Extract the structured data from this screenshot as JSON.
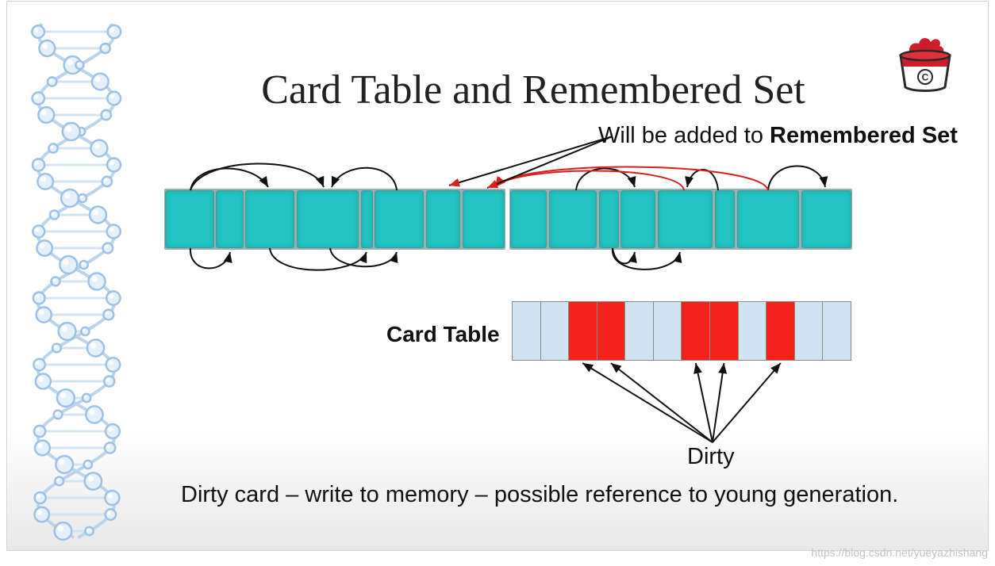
{
  "slide": {
    "title": "Card Table and Remembered Set",
    "annotation": {
      "prefix": "Will be added to ",
      "emphasis": "Remembered Set"
    },
    "card_table_label": "Card Table",
    "dirty_label": "Dirty",
    "caption": "Dirty card – write to memory – possible reference to young generation.",
    "logo": {
      "letter": "C"
    }
  },
  "card_table": {
    "cells_dirty": [
      false,
      false,
      true,
      true,
      false,
      false,
      true,
      true,
      false,
      true,
      false,
      false
    ]
  },
  "colors": {
    "heap_object": "#21c4c3",
    "clean_card": "#cfe3f0",
    "dirty_card": "#f2231b",
    "reference_arrow": "#111111",
    "remembered_arrow": "#d9201c",
    "helix": "#9ec2e6"
  },
  "watermark": "https://blog.csdn.net/yueyazhishang"
}
